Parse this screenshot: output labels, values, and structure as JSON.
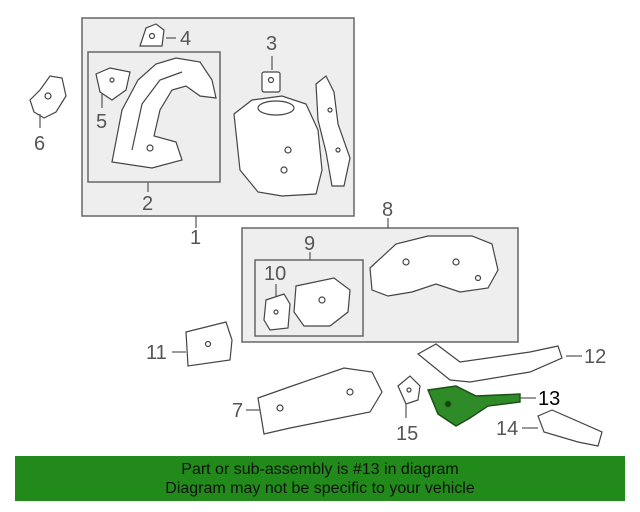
{
  "callouts": {
    "c1": "1",
    "c2": "2",
    "c3": "3",
    "c4": "4",
    "c5": "5",
    "c6": "6",
    "c7": "7",
    "c8": "8",
    "c9": "9",
    "c10": "10",
    "c11": "11",
    "c12": "12",
    "c13": "13",
    "c14": "14",
    "c15": "15"
  },
  "highlighted_part": "13",
  "colors": {
    "highlight_fill": "#2e8b27",
    "banner_background": "#218a1b",
    "group_box_fill": "#eeeeee",
    "line": "#555555"
  },
  "banner": {
    "line1": "Part or sub-assembly is #13 in diagram",
    "line2": "Diagram may not be specific to your vehicle"
  }
}
